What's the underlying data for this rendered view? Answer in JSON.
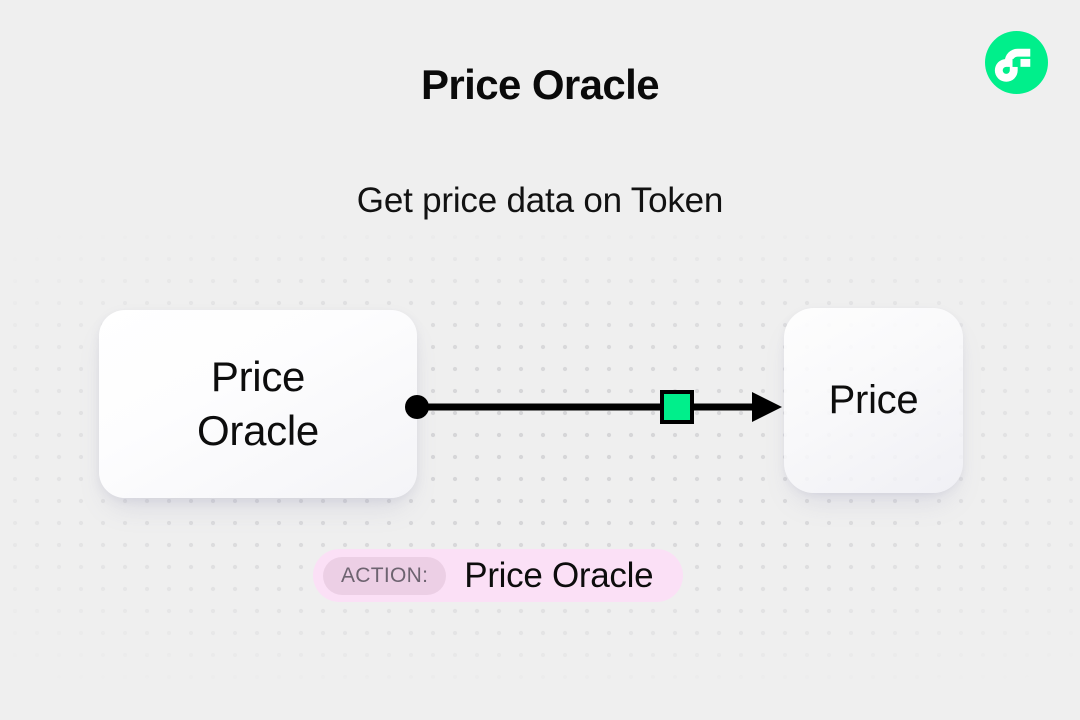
{
  "header": {
    "title": "Price Oracle",
    "subtitle": "Get price data on Token",
    "logo_icon": "flow-logo-icon"
  },
  "colors": {
    "background": "#efefef",
    "dot_grid": "#d6d6d8",
    "brand_green": "#00ef8b",
    "edge_stroke": "#000000",
    "badge_background": "#fbe0f6",
    "badge_chip_background": "#eccfe5",
    "badge_chip_text": "#6d6370",
    "card_text": "#0d0d0d"
  },
  "diagram": {
    "nodes": [
      {
        "id": "source",
        "label": "Price\nOracle",
        "label_line_1": "Price",
        "label_line_2": "Oracle",
        "role": "source"
      },
      {
        "id": "target",
        "label": "Price",
        "role": "output"
      }
    ],
    "edge": {
      "from": "source",
      "to": "target",
      "start_marker_icon": "filled-circle-icon",
      "mid_marker_icon": "green-square-marker-icon",
      "end_marker_icon": "arrowhead-icon"
    }
  },
  "action_badge": {
    "label": "ACTION:",
    "value": "Price Oracle"
  }
}
